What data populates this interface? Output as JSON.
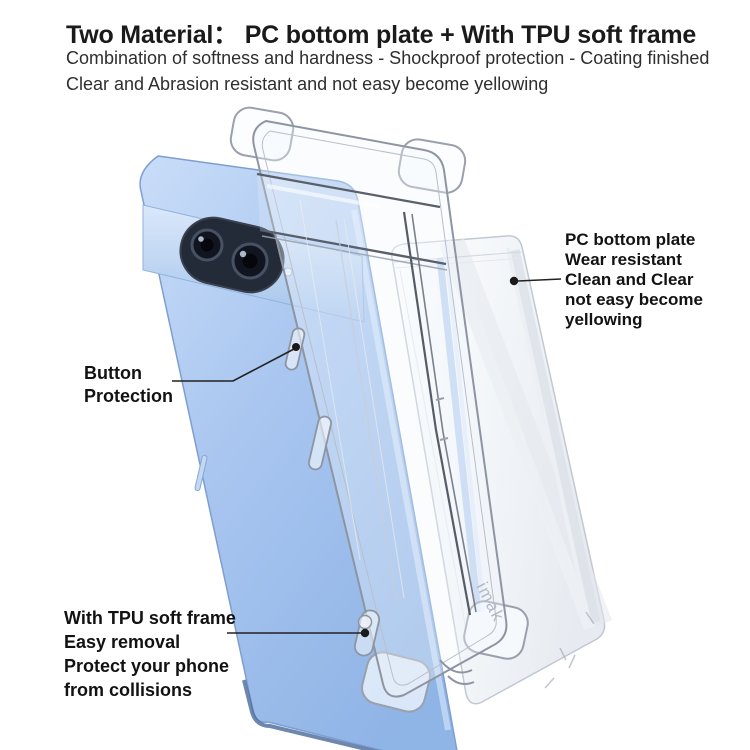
{
  "page": {
    "background": "#ffffff"
  },
  "header": {
    "title": "Two Material：  PC bottom plate + With TPU soft frame",
    "subtitle_line1": "Combination of softness and hardness - Shockproof protection - Coating finished",
    "subtitle_line2": "Clear and Abrasion resistant and not easy become yellowing"
  },
  "annotations": {
    "pc_plate": {
      "lines": [
        "PC bottom plate",
        "Wear resistant",
        "Clean and Clear",
        "not easy become",
        "yellowing"
      ]
    },
    "button_protection": {
      "lines": [
        "Button",
        "Protection"
      ]
    },
    "tpu_frame": {
      "lines": [
        "With TPU soft frame",
        "Easy removal",
        "Protect your phone",
        "from collisions"
      ]
    }
  },
  "product": {
    "watermark": "imak",
    "phone_color": "#a5c4ef",
    "camera_bar_color": "#c6daf4",
    "case_outline_color": "#8e95a2",
    "plate_color": "#f3f6f9",
    "leader_color": "#222222"
  }
}
